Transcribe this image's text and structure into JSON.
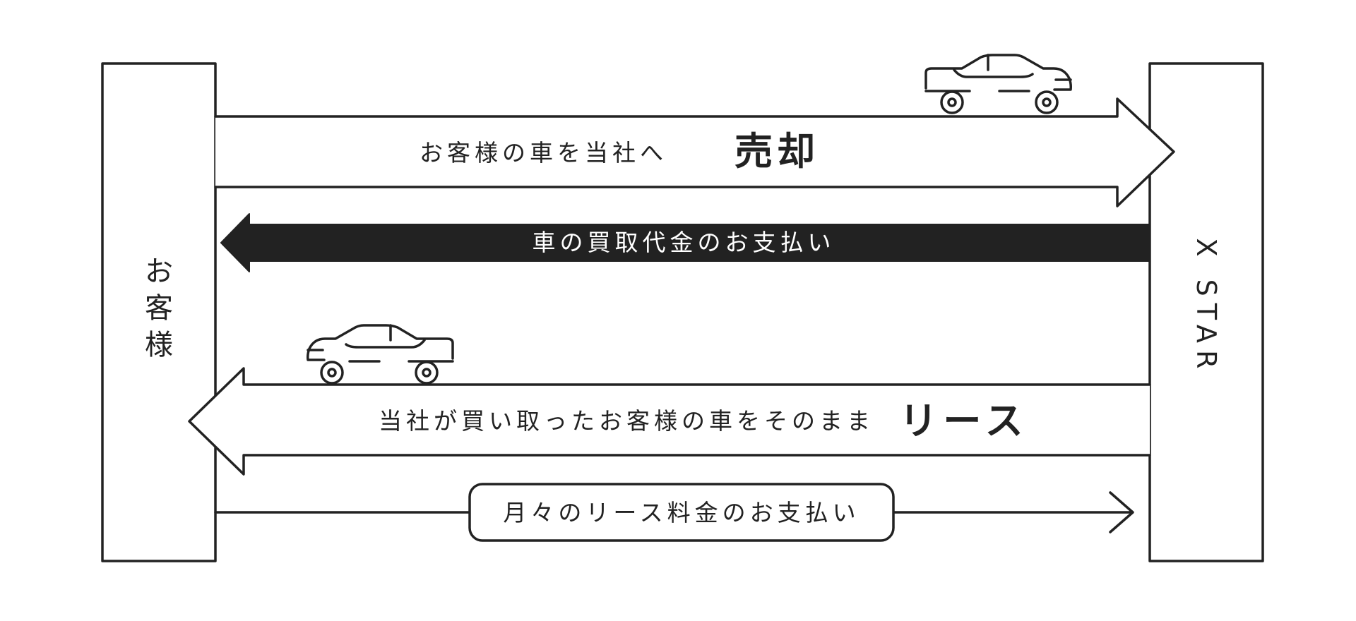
{
  "colors": {
    "line": "#222222",
    "fill_dark": "#222222",
    "background": "#ffffff",
    "text_light": "#ffffff"
  },
  "customer": {
    "label_chars": [
      "お",
      "客",
      "様"
    ]
  },
  "company": {
    "label": "X STAR"
  },
  "sale": {
    "lead": "お客様の車を当社へ",
    "emphasis": "売却"
  },
  "payment": {
    "label": "車の買取代金のお支払い"
  },
  "lease": {
    "lead": "当社が買い取ったお客様の車をそのまま",
    "emphasis": "リース"
  },
  "monthly_fee": {
    "label": "月々のリース料金のお支払い"
  },
  "icons": {
    "car_top": "car-icon",
    "car_bottom": "car-icon"
  }
}
